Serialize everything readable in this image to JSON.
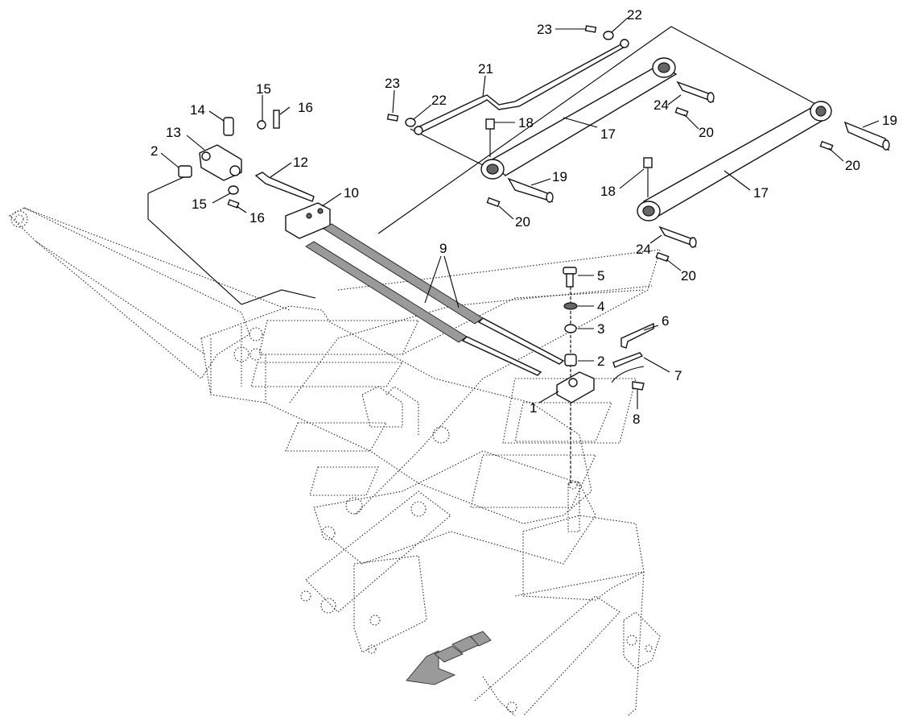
{
  "diagram": {
    "callouts": [
      {
        "id": "c23a",
        "label": "23"
      },
      {
        "id": "c22a",
        "label": "22"
      },
      {
        "id": "c21",
        "label": "21"
      },
      {
        "id": "c23b",
        "label": "23"
      },
      {
        "id": "c22b",
        "label": "22"
      },
      {
        "id": "c18a",
        "label": "18"
      },
      {
        "id": "c17a",
        "label": "17"
      },
      {
        "id": "c24a",
        "label": "24"
      },
      {
        "id": "c20a",
        "label": "20"
      },
      {
        "id": "c19a",
        "label": "19"
      },
      {
        "id": "c20b",
        "label": "20"
      },
      {
        "id": "c15a",
        "label": "15"
      },
      {
        "id": "c16a",
        "label": "16"
      },
      {
        "id": "c14",
        "label": "14"
      },
      {
        "id": "c13",
        "label": "13"
      },
      {
        "id": "c2a",
        "label": "2"
      },
      {
        "id": "c12",
        "label": "12"
      },
      {
        "id": "c10",
        "label": "10"
      },
      {
        "id": "c15b",
        "label": "15"
      },
      {
        "id": "c16b",
        "label": "16"
      },
      {
        "id": "c19b",
        "label": "19"
      },
      {
        "id": "c20c",
        "label": "20"
      },
      {
        "id": "c18b",
        "label": "18"
      },
      {
        "id": "c17b",
        "label": "17"
      },
      {
        "id": "c24b",
        "label": "24"
      },
      {
        "id": "c20d",
        "label": "20"
      },
      {
        "id": "c9",
        "label": "9"
      },
      {
        "id": "c5",
        "label": "5"
      },
      {
        "id": "c4",
        "label": "4"
      },
      {
        "id": "c3",
        "label": "3"
      },
      {
        "id": "c6",
        "label": "6"
      },
      {
        "id": "c2b",
        "label": "2"
      },
      {
        "id": "c7",
        "label": "7"
      },
      {
        "id": "c1",
        "label": "1"
      },
      {
        "id": "c8",
        "label": "8"
      }
    ]
  }
}
